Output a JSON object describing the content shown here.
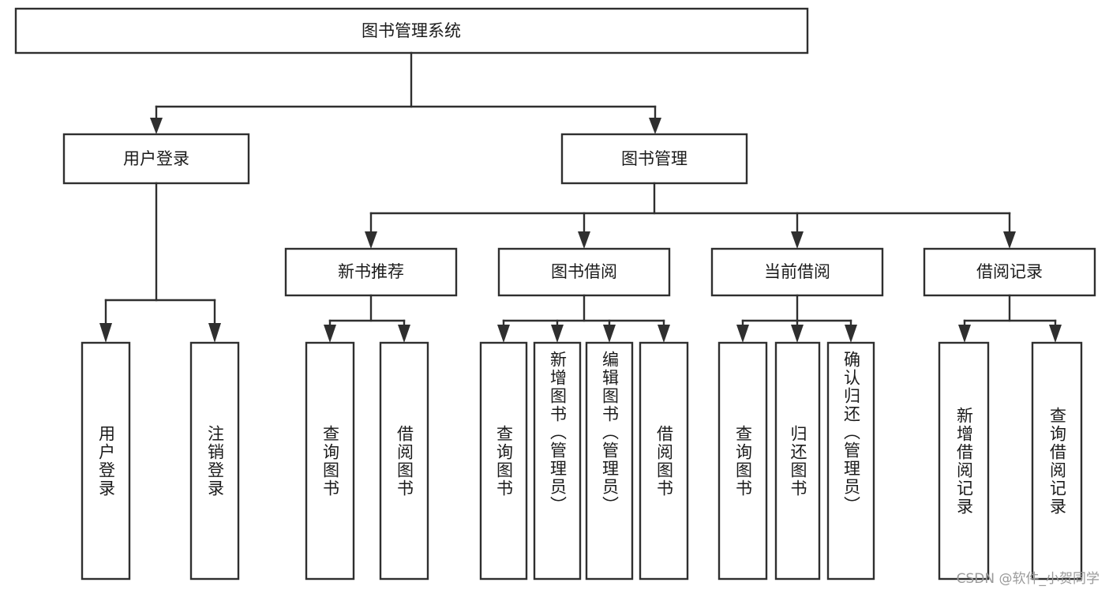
{
  "diagram": {
    "type": "tree",
    "title": "图书管理系统",
    "watermark": "CSDN @软件_小贺同学",
    "accent_color": "#2f2f2f",
    "background_color": "#ffffff",
    "nodes": {
      "root": {
        "label": "图书管理系统"
      },
      "level2": [
        {
          "label": "用户登录"
        },
        {
          "label": "图书管理"
        }
      ],
      "level3": [
        {
          "label": "新书推荐"
        },
        {
          "label": "图书借阅"
        },
        {
          "label": "当前借阅"
        },
        {
          "label": "借阅记录"
        }
      ],
      "leaves": {
        "user_login": [
          {
            "label": "用户登录"
          },
          {
            "label": "注销登录"
          }
        ],
        "new_book_recommend": [
          {
            "label": "查询图书"
          },
          {
            "label": "借阅图书"
          }
        ],
        "book_borrow": [
          {
            "label": "查询图书"
          },
          {
            "label": "新增图书（管理员）"
          },
          {
            "label": "编辑图书（管理员）"
          },
          {
            "label": "借阅图书"
          }
        ],
        "current_borrow": [
          {
            "label": "查询图书"
          },
          {
            "label": "归还图书"
          },
          {
            "label": "确认归还（管理员）"
          }
        ],
        "borrow_record": [
          {
            "label": "新增借阅记录"
          },
          {
            "label": "查询借阅记录"
          }
        ]
      }
    }
  }
}
